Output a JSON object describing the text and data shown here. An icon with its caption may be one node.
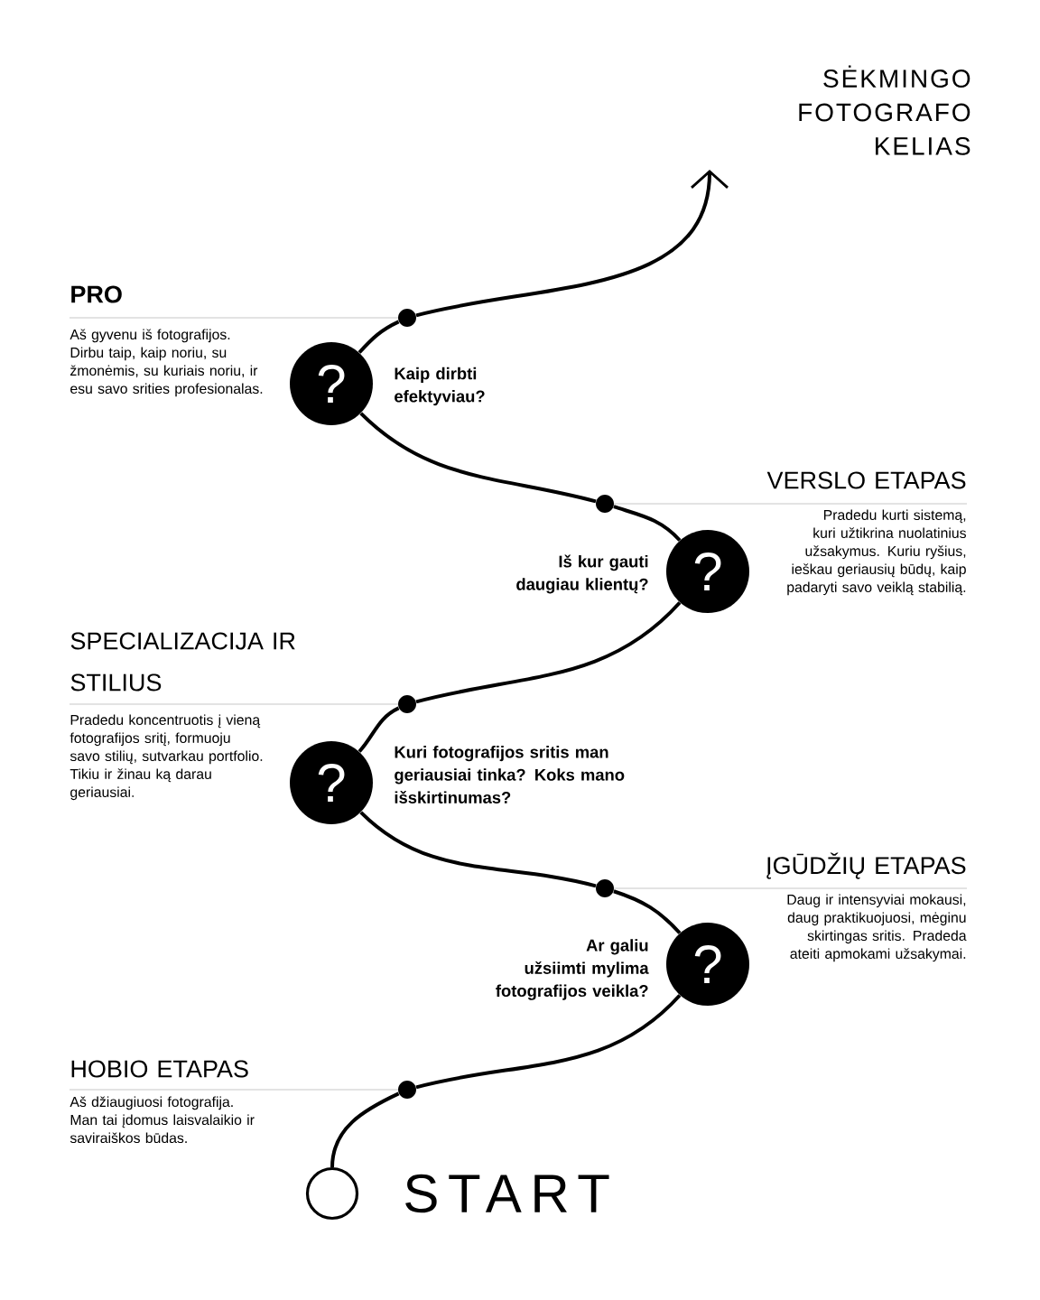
{
  "diagram": {
    "title": "SĖKMINGO FOTOGRAFO KELIAS",
    "nodes": [
      {
        "text": [],
        "shape": "circle"
      },
      {
        "text": [
          "?"
        ],
        "beside": [
          "Kaip dirbti efektyviau?"
        ]
      },
      {
        "text": [],
        "shape": "circle"
      },
      {
        "text": [
          "?"
        ],
        "beside": [
          "Iš kur gauti daugiau klientų?"
        ]
      },
      {
        "text": [],
        "shape": "circle"
      },
      {
        "text": [
          "?"
        ],
        "beside": [
          "Kuri fotografijos sritis man geriausiai tinka? Koks mano išskirtinumas?"
        ]
      },
      {
        "text": [],
        "shape": "circle"
      },
      {
        "text": [
          "?"
        ],
        "beside": [
          "Ar galiu užsiimti mylima fotografijos veikla?"
        ]
      },
      {
        "text": [],
        "shape": "circle"
      },
      {
        "text": [],
        "shape": "circle",
        "beside": [
          "START"
        ]
      }
    ],
    "edges": [
      {
        "from": 9,
        "to": 8,
        "arrow": "none"
      },
      {
        "from": 8,
        "to": 7,
        "arrow": "none"
      },
      {
        "from": 7,
        "to": 6,
        "arrow": "none"
      },
      {
        "from": 6,
        "to": 5,
        "arrow": "none"
      },
      {
        "from": 5,
        "to": 4,
        "arrow": "none"
      },
      {
        "from": 4,
        "to": 3,
        "arrow": "none"
      },
      {
        "from": 3,
        "to": 2,
        "arrow": "none"
      },
      {
        "from": 2,
        "to": 1,
        "arrow": "none"
      },
      {
        "from": 1,
        "to": 0,
        "arrow": "none"
      },
      {
        "from": 0,
        "to": null,
        "arrow": "to"
      }
    ],
    "labels": [
      "PRO",
      "Aš gyvenu iš fotografijos. Dirbu taip, kaip noriu, su žmonėmis, su kuriais noriu, ir esu savo srities profesionalas.",
      "VERSLO ETAPAS",
      "Pradedu kurti sistemą, kuri užtikrina nuolatinius užsakymus. Kuriu ryšius, ieškau geriausių būdų, kaip padaryti savo veiklą stabilią.",
      "SPECIALIZACIJA IR STILIUS",
      "Pradedu koncentruotis į vieną fotografijos sritį, formuoju savo stilių, sutvarkau portfolio. Tikiu ir žinau ką darau geriausiai.",
      "ĮGŪDŽIŲ ETAPAS",
      "Daug ir intensyviai mokausi, daug praktikuojuosi, mėginu skirtingas sritis. Pradeda ateiti apmokami užsakymai.",
      "HOBIO ETAPAS",
      "Aš džiaugiuosi fotografija. Man tai įdomus laisvalaikio ir saviraiškos būdas."
    ]
  }
}
